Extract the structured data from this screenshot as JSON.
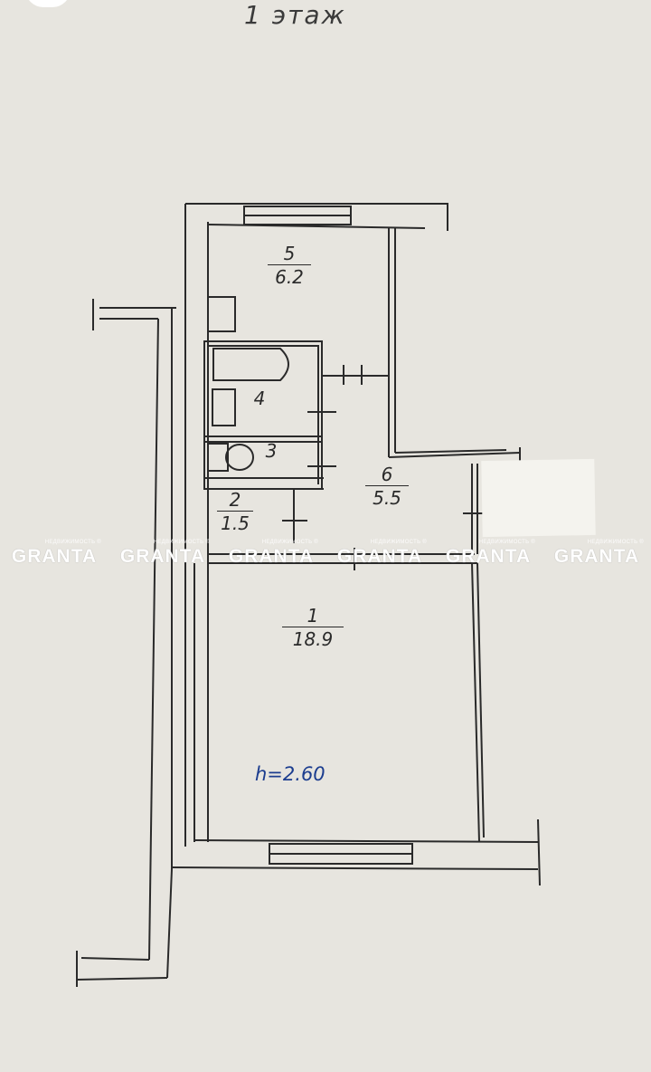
{
  "floor_title": "1 этаж",
  "rooms": [
    {
      "number": "5",
      "area": "6.2"
    },
    {
      "number": "4",
      "area": ""
    },
    {
      "number": "3",
      "area": ""
    },
    {
      "number": "2",
      "area": "1.5"
    },
    {
      "number": "6",
      "area": "5.5"
    },
    {
      "number": "1",
      "area": "18.9"
    }
  ],
  "ceiling_height": "h=2.60",
  "watermark": {
    "small": "НЕДВИЖИМОСТЬ ®",
    "brand": "GRANTA",
    "repeat": 6
  },
  "colors": {
    "paper": "#e7e5df",
    "line": "#2a2a2a",
    "height_text": "#1c3d8f",
    "watermark": "#ffffff"
  }
}
